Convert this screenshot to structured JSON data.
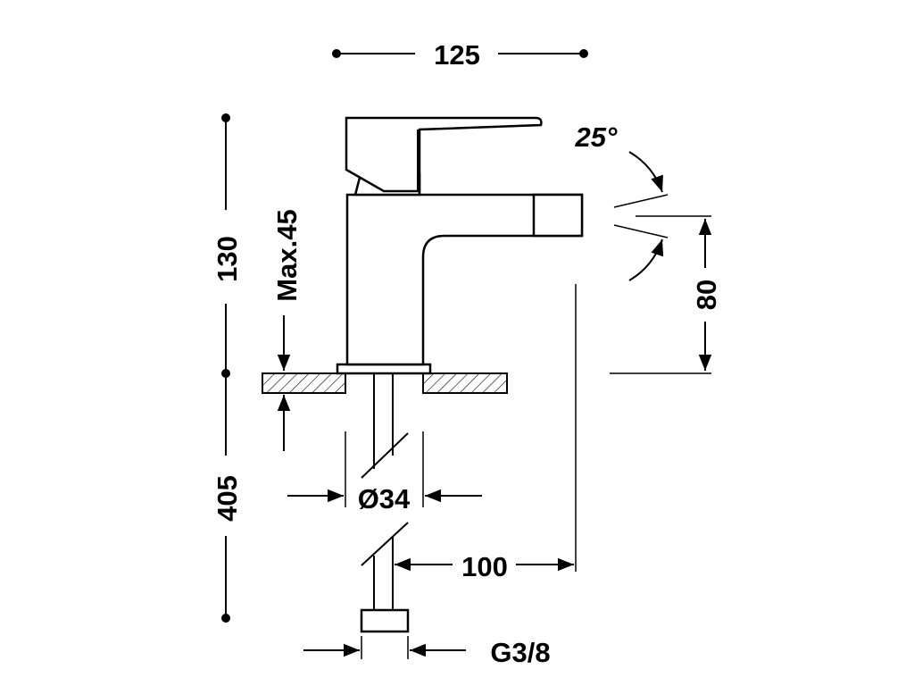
{
  "dimensions": {
    "overall_width": "125",
    "spout_angle": "25°",
    "height_above_deck": "130",
    "max_deck_thickness": "Max.45",
    "spout_height": "80",
    "hole_diameter": "Ø34",
    "hose_length": "405",
    "spout_reach": "100",
    "connection_thread": "G3/8"
  },
  "colors": {
    "line": "#000000",
    "background": "#ffffff"
  }
}
